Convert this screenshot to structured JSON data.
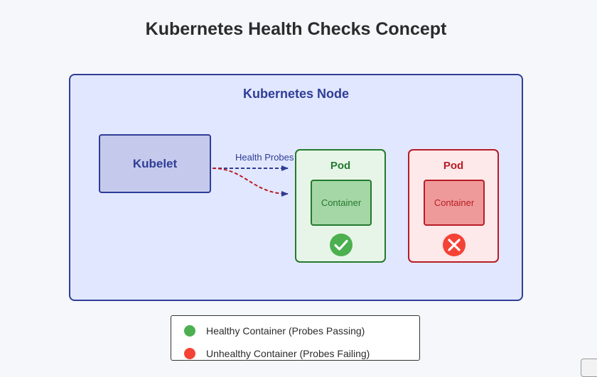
{
  "title": "Kubernetes Health Checks Concept",
  "node": {
    "label": "Kubernetes Node"
  },
  "kubelet": {
    "label": "Kubelet"
  },
  "probes": {
    "label": "Health Probes"
  },
  "pods": [
    {
      "label": "Pod",
      "container_label": "Container",
      "status": "healthy",
      "status_icon": "check-circle-icon"
    },
    {
      "label": "Pod",
      "container_label": "Container",
      "status": "unhealthy",
      "status_icon": "x-circle-icon"
    }
  ],
  "legend": {
    "items": [
      {
        "label": "Healthy Container (Probes Passing)",
        "color": "#4caf50"
      },
      {
        "label": "Unhealthy Container (Probes Failing)",
        "color": "#f44336"
      }
    ]
  },
  "colors": {
    "node_border": "#2f3d96",
    "healthy": "#237a2d",
    "unhealthy": "#b81c24"
  }
}
